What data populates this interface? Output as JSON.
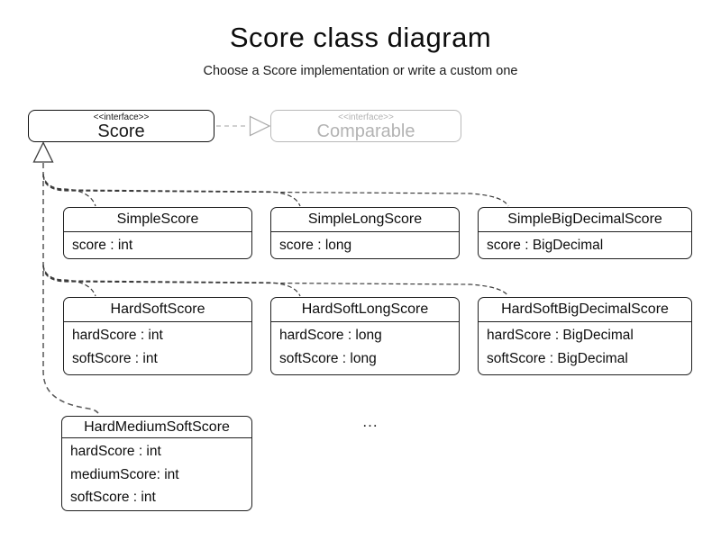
{
  "header": {
    "title": "Score class diagram",
    "subtitle": "Choose a Score implementation or write a custom one"
  },
  "interfaces": {
    "score": {
      "stereotype": "<<interface>>",
      "name": "Score"
    },
    "comparable": {
      "stereotype": "<<interface>>",
      "name": "Comparable"
    }
  },
  "classes": [
    {
      "name": "SimpleScore",
      "attributes": [
        "score : int"
      ]
    },
    {
      "name": "SimpleLongScore",
      "attributes": [
        "score : long"
      ]
    },
    {
      "name": "SimpleBigDecimalScore",
      "attributes": [
        "score : BigDecimal"
      ]
    },
    {
      "name": "HardSoftScore",
      "attributes": [
        "hardScore : int",
        "softScore : int"
      ]
    },
    {
      "name": "HardSoftLongScore",
      "attributes": [
        "hardScore : long",
        "softScore : long"
      ]
    },
    {
      "name": "HardSoftBigDecimalScore",
      "attributes": [
        "hardScore : BigDecimal",
        "softScore : BigDecimal"
      ]
    },
    {
      "name": "HardMediumSoftScore",
      "attributes": [
        "hardScore : int",
        "mediumScore: int",
        "softScore : int"
      ]
    }
  ],
  "ellipsis": "...",
  "relationships": {
    "score_implements": "Comparable",
    "implementors_of_score": [
      "SimpleScore",
      "SimpleLongScore",
      "SimpleBigDecimalScore",
      "HardSoftScore",
      "HardSoftLongScore",
      "HardSoftBigDecimalScore",
      "HardMediumSoftScore"
    ]
  },
  "colors": {
    "box-border": "#1f1f1f",
    "muted": "#b3b3b3",
    "muted-border": "#b9b9b9",
    "connector": "#3a3a3a",
    "spine": "#575757",
    "text": "#0d0d0d"
  }
}
